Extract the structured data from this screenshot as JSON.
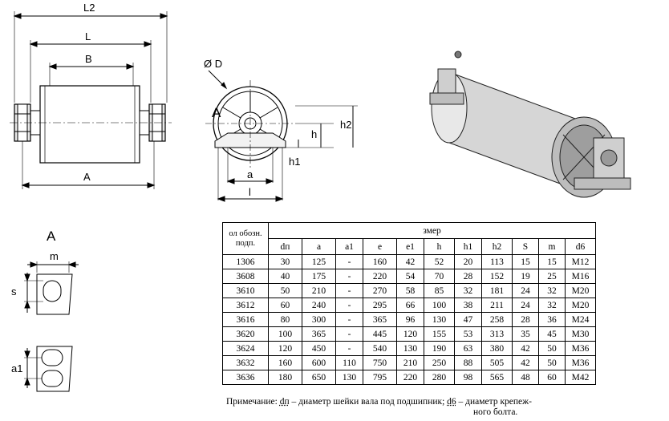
{
  "dims": {
    "L2": "L2",
    "L": "L",
    "B": "B",
    "A": "A",
    "phiD": "Ø D",
    "viewA": "A",
    "h": "h",
    "h1": "h1",
    "h2": "h2",
    "a": "a",
    "l": "l"
  },
  "detail": {
    "title": "A",
    "m": "m",
    "s": "s",
    "a1": "a1"
  },
  "table": {
    "head_left": "ол обозн. подп.",
    "head_size": "змер",
    "cols": [
      "dп",
      "a",
      "a1",
      "e",
      "e1",
      "h",
      "h1",
      "h2",
      "S",
      "m",
      "d6"
    ],
    "rows": [
      [
        "1306",
        "30",
        "125",
        "-",
        "160",
        "42",
        "52",
        "20",
        "113",
        "15",
        "15",
        "M12"
      ],
      [
        "3608",
        "40",
        "175",
        "-",
        "220",
        "54",
        "70",
        "28",
        "152",
        "19",
        "25",
        "M16"
      ],
      [
        "3610",
        "50",
        "210",
        "-",
        "270",
        "58",
        "85",
        "32",
        "181",
        "24",
        "32",
        "M20"
      ],
      [
        "3612",
        "60",
        "240",
        "-",
        "295",
        "66",
        "100",
        "38",
        "211",
        "24",
        "32",
        "M20"
      ],
      [
        "3616",
        "80",
        "300",
        "-",
        "365",
        "96",
        "130",
        "47",
        "258",
        "28",
        "36",
        "M24"
      ],
      [
        "3620",
        "100",
        "365",
        "-",
        "445",
        "120",
        "155",
        "53",
        "313",
        "35",
        "45",
        "M30"
      ],
      [
        "3624",
        "120",
        "450",
        "-",
        "540",
        "130",
        "190",
        "63",
        "380",
        "42",
        "50",
        "M36"
      ],
      [
        "3632",
        "160",
        "600",
        "110",
        "750",
        "210",
        "250",
        "88",
        "505",
        "42",
        "50",
        "M36"
      ],
      [
        "3636",
        "180",
        "650",
        "130",
        "795",
        "220",
        "280",
        "98",
        "565",
        "48",
        "60",
        "M42"
      ]
    ]
  },
  "note": {
    "prefix": "Примечание: ",
    "dp": "dп",
    "text1": " – диаметр шейки вала под подшипник; ",
    "d6": "d6",
    "text2": " – диаметр крепеж-",
    "text3": "ного болта."
  }
}
